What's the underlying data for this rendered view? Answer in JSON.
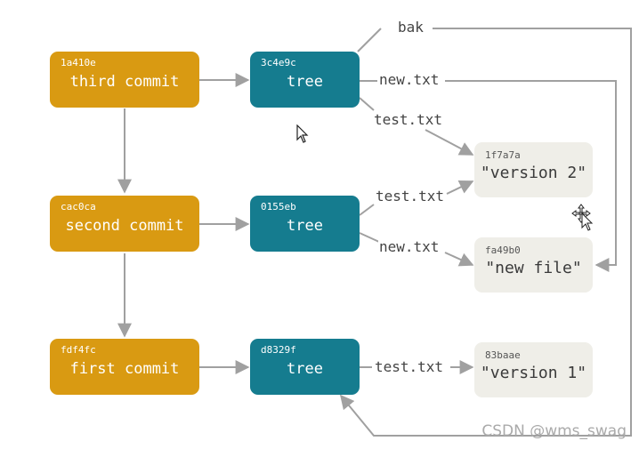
{
  "commits": [
    {
      "hash": "1a410e",
      "label": "third commit"
    },
    {
      "hash": "cac0ca",
      "label": "second commit"
    },
    {
      "hash": "fdf4fc",
      "label": "first commit"
    }
  ],
  "trees": [
    {
      "hash": "3c4e9c",
      "label": "tree"
    },
    {
      "hash": "0155eb",
      "label": "tree"
    },
    {
      "hash": "d8329f",
      "label": "tree"
    }
  ],
  "blobs": [
    {
      "hash": "1f7a7a",
      "label": "\"version 2\""
    },
    {
      "hash": "fa49b0",
      "label": "\"new file\""
    },
    {
      "hash": "83baae",
      "label": "\"version 1\""
    }
  ],
  "edge_labels": {
    "bak": "bak",
    "new_txt_top": "new.txt",
    "test_txt_top": "test.txt",
    "test_txt_mid": "test.txt",
    "new_txt_mid": "new.txt",
    "test_txt_bottom": "test.txt"
  },
  "colors": {
    "commit": "#d99a12",
    "tree": "#157c8f",
    "blob": "#efeee8",
    "arrow": "#a0a0a0"
  },
  "watermark": "CSDN @wms_swag"
}
